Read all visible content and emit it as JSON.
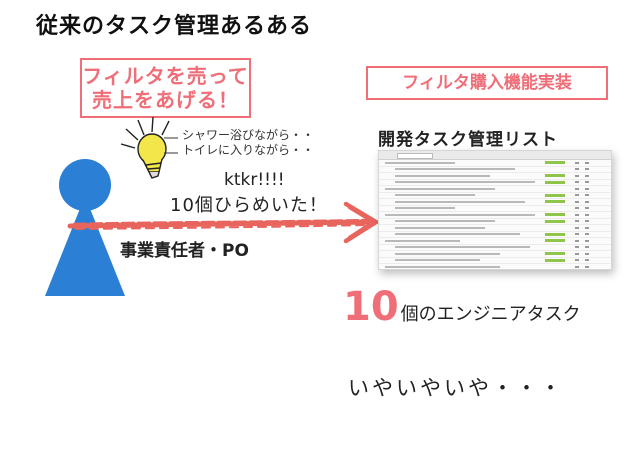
{
  "title": "従来のタスク管理あるある",
  "sell_box": {
    "line1": "フィルタを売って",
    "line2": "売上をあげる！"
  },
  "impl_box": "フィルタ購入機能実装",
  "thought": {
    "line1": "シャワー浴びながら・・",
    "line2": "トイレに入りながら・・"
  },
  "exclaim": "ktkr!!!!",
  "inspiration": "10個ひらめいた！",
  "role": "事業責任者・PO",
  "list_label": "開発タスク管理リスト",
  "task_count": {
    "number": "10",
    "text": "個のエンジニアタスク"
  },
  "reaction": "いやいやいや・・・",
  "colors": {
    "accent": "#ef6e78",
    "person": "#2b7fd4",
    "bulb": "#f3e64a",
    "arrow": "#e8655e"
  },
  "icons": [
    "person-icon",
    "lightbulb-icon",
    "arrow-icon",
    "task-list-screenshot"
  ]
}
